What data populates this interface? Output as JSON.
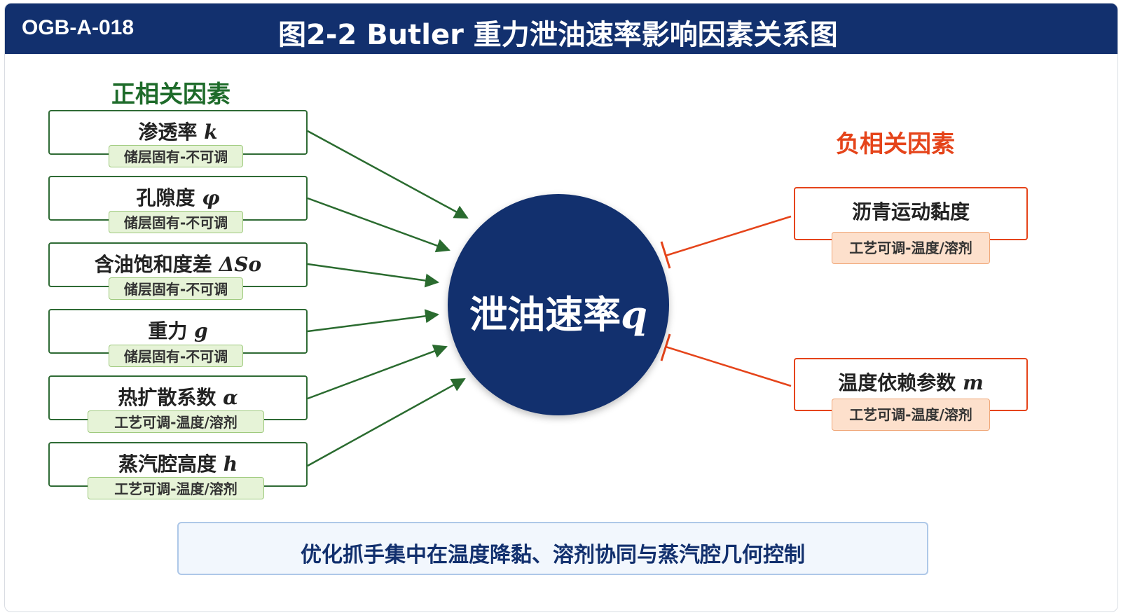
{
  "header": {
    "code": "OGB-A-018",
    "title": "图2-2 Butler 重力泄油速率影响因素关系图"
  },
  "positive": {
    "title": "正相关因素",
    "color": "#1e6b2a",
    "factors": [
      {
        "name": "渗透率",
        "symbol": "k",
        "tag": "储层固有-不可调"
      },
      {
        "name": "孔隙度",
        "symbol": "φ",
        "tag": "储层固有-不可调"
      },
      {
        "name": "含油饱和度差",
        "symbol": "ΔSo",
        "tag": "储层固有-不可调"
      },
      {
        "name": "重力",
        "symbol": "g",
        "tag": "储层固有-不可调"
      },
      {
        "name": "热扩散系数",
        "symbol": "α",
        "tag": "工艺可调-温度/溶剂"
      },
      {
        "name": "蒸汽腔高度",
        "symbol": "h",
        "tag": "工艺可调-温度/溶剂"
      }
    ]
  },
  "negative": {
    "title": "负相关因素",
    "color": "#e5441a",
    "factors": [
      {
        "name": "沥青运动黏度",
        "symbol": "",
        "tag": "工艺可调-温度/溶剂"
      },
      {
        "name": "温度依赖参数",
        "symbol": "m",
        "tag": "工艺可调-温度/溶剂"
      }
    ]
  },
  "center": {
    "name": "泄油速率",
    "symbol": "q",
    "color": "#12306e"
  },
  "footer": {
    "text": "优化抓手集中在温度降黏、溶剂协同与蒸汽腔几何控制"
  }
}
